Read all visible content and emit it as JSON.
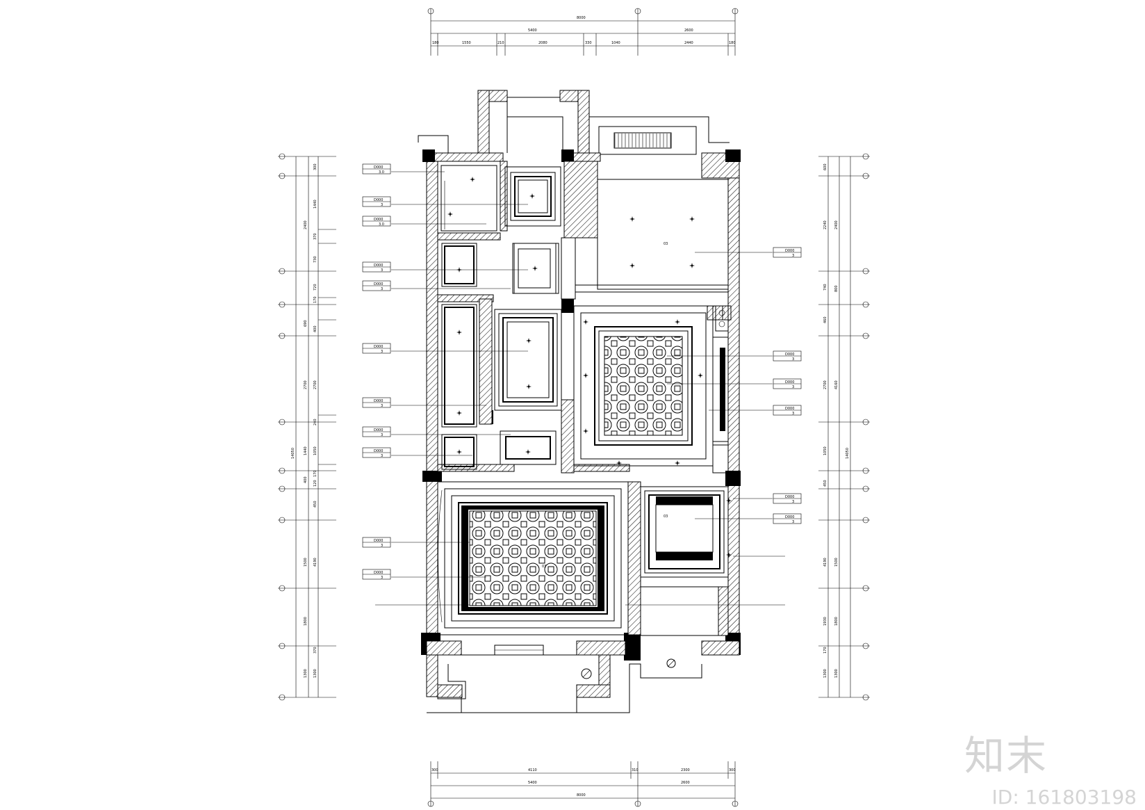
{
  "drawing": {
    "top_dims": {
      "overall": "8000",
      "sub": [
        "5400",
        "2600"
      ],
      "segments": [
        "180",
        "1550",
        "210",
        "2080",
        "330",
        "1040",
        "2440",
        "180"
      ]
    },
    "bottom_dims": {
      "segments": [
        "300",
        "4110",
        "310",
        "2300",
        "300"
      ],
      "sub": [
        "5400",
        "2600"
      ],
      "overall": "8000"
    },
    "left_dims": {
      "overall": "14050",
      "mid": [
        "2400",
        "690",
        "2700",
        "1440",
        "400",
        "1500",
        "1800",
        "1300"
      ],
      "segments": [
        "300",
        "1440",
        "370",
        "730",
        "720",
        "170",
        "400",
        "2700",
        "240",
        "1050",
        "170",
        "120",
        "450",
        "4190",
        "370",
        "1300"
      ]
    },
    "right_dims": {
      "overall": "14050",
      "mid": [
        "2400",
        "800",
        "4160",
        "1500",
        "1800",
        "1300"
      ],
      "segments": [
        "600",
        "2240",
        "740",
        "460",
        "2700",
        "1050",
        "450",
        "4190",
        "1930",
        "170",
        "1300"
      ]
    },
    "room_labels": [
      "03",
      "03",
      "03"
    ],
    "tags_left": [
      {
        "code": "D000",
        "value": "3.0"
      },
      {
        "code": "D000",
        "value": "3"
      },
      {
        "code": "D000",
        "value": "3.0"
      },
      {
        "code": "D000",
        "value": "3"
      },
      {
        "code": "D000",
        "value": "3"
      },
      {
        "code": "D000",
        "value": "3"
      },
      {
        "code": "D000",
        "value": "3"
      },
      {
        "code": "D000",
        "value": "3"
      },
      {
        "code": "D000",
        "value": "3"
      },
      {
        "code": "D000",
        "value": "3"
      },
      {
        "code": "D000",
        "value": "3"
      }
    ],
    "tags_right": [
      {
        "code": "D000",
        "value": "3"
      },
      {
        "code": "D000",
        "value": "3"
      },
      {
        "code": "D000",
        "value": "3"
      },
      {
        "code": "D000",
        "value": "3"
      },
      {
        "code": "D000",
        "value": "3"
      },
      {
        "code": "D000",
        "value": "3"
      }
    ]
  },
  "watermark": {
    "logo": "知末",
    "id": "ID: 161803198"
  }
}
